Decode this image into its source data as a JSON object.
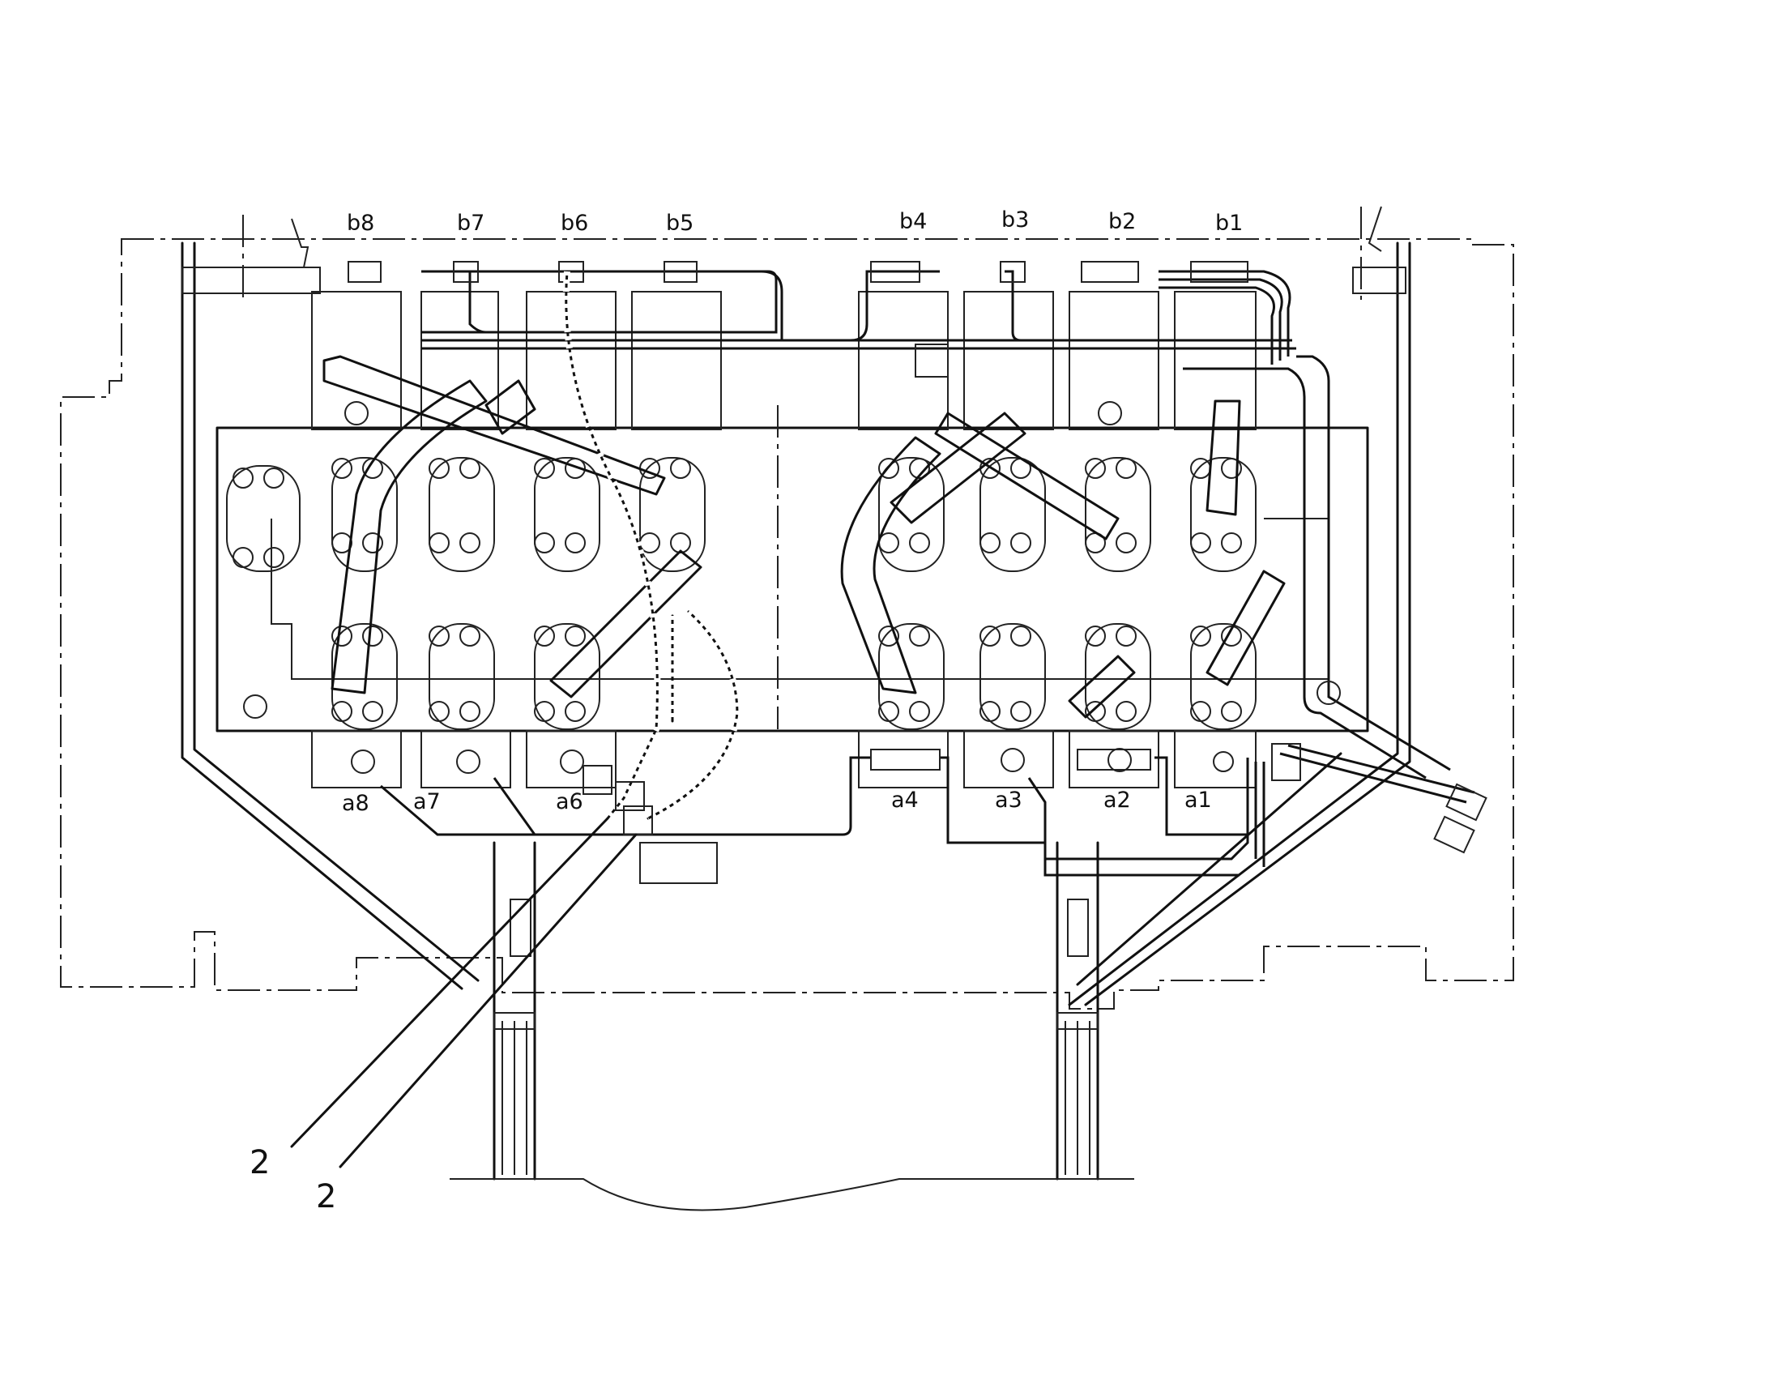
{
  "top_ports": [
    "b8",
    "b7",
    "b6",
    "b5",
    "b4",
    "b3",
    "b2",
    "b1"
  ],
  "bottom_ports": [
    "a8",
    "a7",
    "a6",
    "a4",
    "a3",
    "a2",
    "a1"
  ],
  "callouts": [
    "2",
    "2"
  ],
  "colors": {
    "line": "#111111",
    "background": "#ffffff"
  }
}
